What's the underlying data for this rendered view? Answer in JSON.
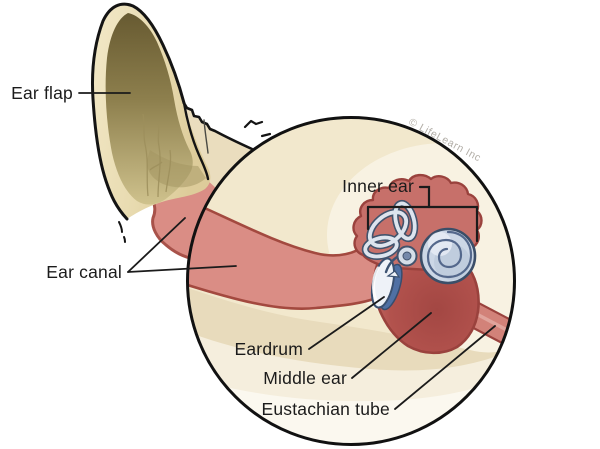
{
  "diagram": {
    "subject": "dog-ear-anatomy",
    "labels": {
      "ear_flap": "Ear flap",
      "ear_canal": "Ear canal",
      "inner_ear": "Inner ear",
      "eardrum": "Eardrum",
      "middle_ear": "Middle ear",
      "eustachian_tube": "Eustachian tube"
    },
    "copyright": "© LifeLearn Inc",
    "colors": {
      "canal_pink": "#da8d85",
      "canal_outline": "#a3493f",
      "middle_ear_red": "#a94c47",
      "inner_ear_structures_blue": "#ccd7e5",
      "structure_outline_navy": "#3b4e68",
      "ear_flap_cream": "#ead9a8",
      "ear_flap_olive": "#6b5e33",
      "skin_tan": "#f2e8cd",
      "label_text": "#1b1b1b",
      "copyright_gray": "#b2aea7"
    }
  }
}
